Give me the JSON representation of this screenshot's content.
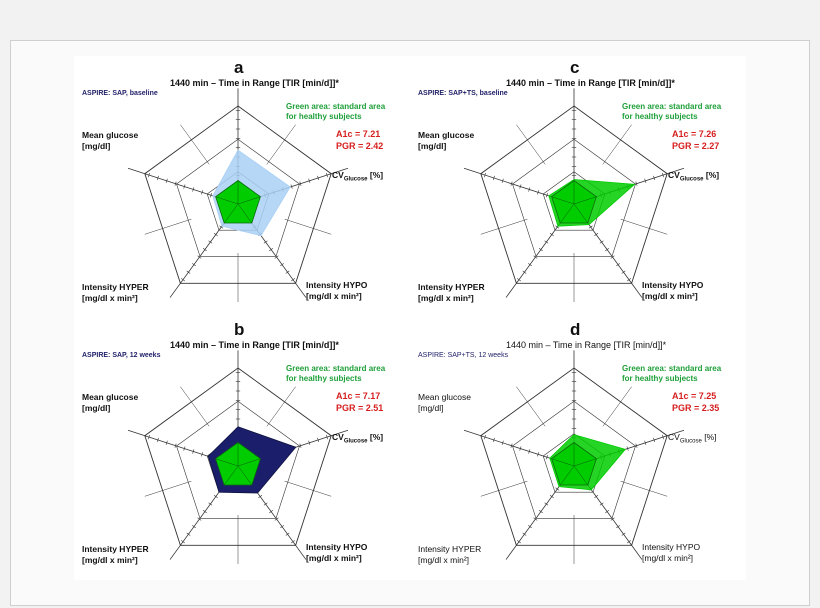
{
  "colors": {
    "healthy": "#00cc00",
    "panel_a_fill": "#a9d0f5",
    "panel_b_fill": "#1b1f6b",
    "panel_c_fill": "#00cc00",
    "panel_d_fill": "#00cc00",
    "grid": "#333333",
    "stats": "#d61e1e",
    "green_note": "#1fa03a"
  },
  "axes": {
    "tir_title": "1440 min – Time in Range [TIR [min/d]]*",
    "mean_glucose": [
      "Mean glucose",
      "[mg/dl]"
    ],
    "cv_main": "CV",
    "cv_sub": "Glucose",
    "cv_unit": "[%]",
    "hypo": [
      "Intensity HYPO",
      "[mg/dl x min²]"
    ],
    "hyper": [
      "Intensity HYPER",
      "[mg/dl x min²]"
    ],
    "green_note": [
      "Green area: standard area",
      "for healthy subjects"
    ]
  },
  "chart_data": [
    {
      "type": "radar",
      "letter": "a",
      "study_label": "ASPIRE: SAP, baseline",
      "a1c": "A1c = 7.21",
      "pgr": "PGR = 2.42",
      "axes": [
        "TIR",
        "CV",
        "Intensity HYPO",
        "Intensity HYPER",
        "Mean glucose"
      ],
      "values": [
        0.55,
        0.56,
        0.4,
        0.28,
        0.27
      ]
    },
    {
      "type": "radar",
      "letter": "b",
      "study_label": "ASPIRE: SAP, 12 weeks",
      "a1c": "A1c = 7.17",
      "pgr": "PGR = 2.51",
      "axes": [
        "TIR",
        "CV",
        "Intensity HYPO",
        "Intensity HYPER",
        "Mean glucose"
      ],
      "values": [
        0.4,
        0.62,
        0.34,
        0.33,
        0.32
      ]
    },
    {
      "type": "radar",
      "letter": "c",
      "study_label": "ASPIRE: SAP+TS, baseline",
      "a1c": "A1c = 7.26",
      "pgr": "PGR = 2.27",
      "axes": [
        "TIR",
        "CV",
        "Intensity HYPO",
        "Intensity HYPER",
        "Mean glucose"
      ],
      "values": [
        0.25,
        0.65,
        0.26,
        0.28,
        0.27
      ]
    },
    {
      "type": "radar",
      "letter": "d",
      "study_label": "ASPIRE: SAP+TS, 12 weeks",
      "a1c": "A1c = 7.25",
      "pgr": "PGR = 2.35",
      "axes": [
        "TIR",
        "CV",
        "Intensity HYPO",
        "Intensity HYPER",
        "Mean glucose"
      ],
      "values": [
        0.32,
        0.55,
        0.3,
        0.26,
        0.26
      ]
    }
  ]
}
